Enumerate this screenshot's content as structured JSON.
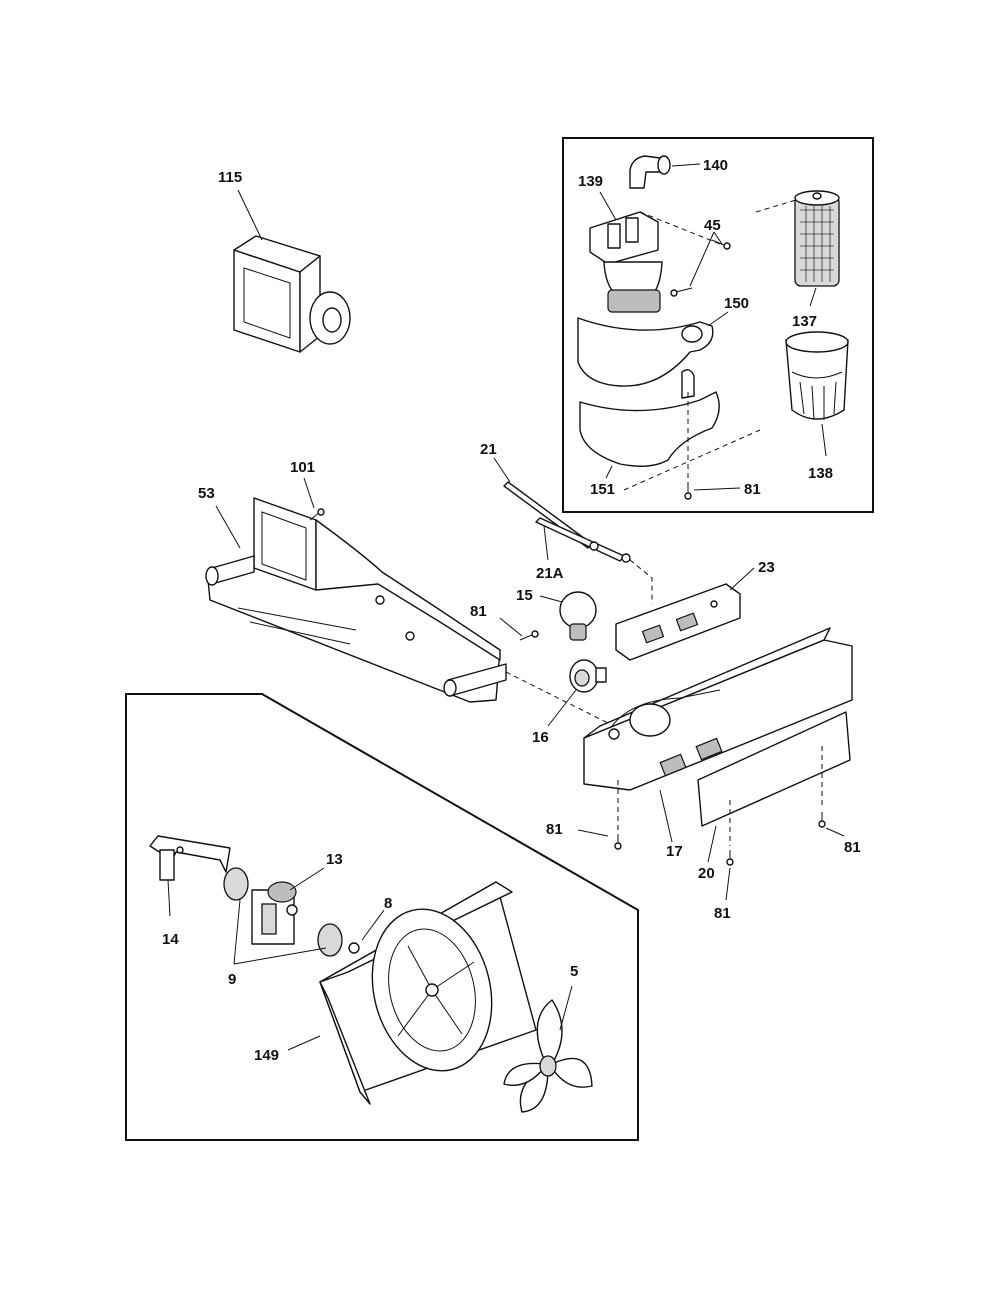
{
  "callouts": {
    "c115": "115",
    "c139": "139",
    "c140": "140",
    "c45": "45",
    "c137": "137",
    "c150": "150",
    "c138": "138",
    "c151": "151",
    "c81_filter": "81",
    "c21": "21",
    "c101": "101",
    "c53": "53",
    "c21a": "21A",
    "c23": "23",
    "c15": "15",
    "c81_housing": "81",
    "c16": "16",
    "c81_left": "81",
    "c17": "17",
    "c20": "20",
    "c81_right": "81",
    "c81_bottom": "81",
    "c13": "13",
    "c8": "8",
    "c14": "14",
    "c9": "9",
    "c5": "5",
    "c149": "149"
  }
}
